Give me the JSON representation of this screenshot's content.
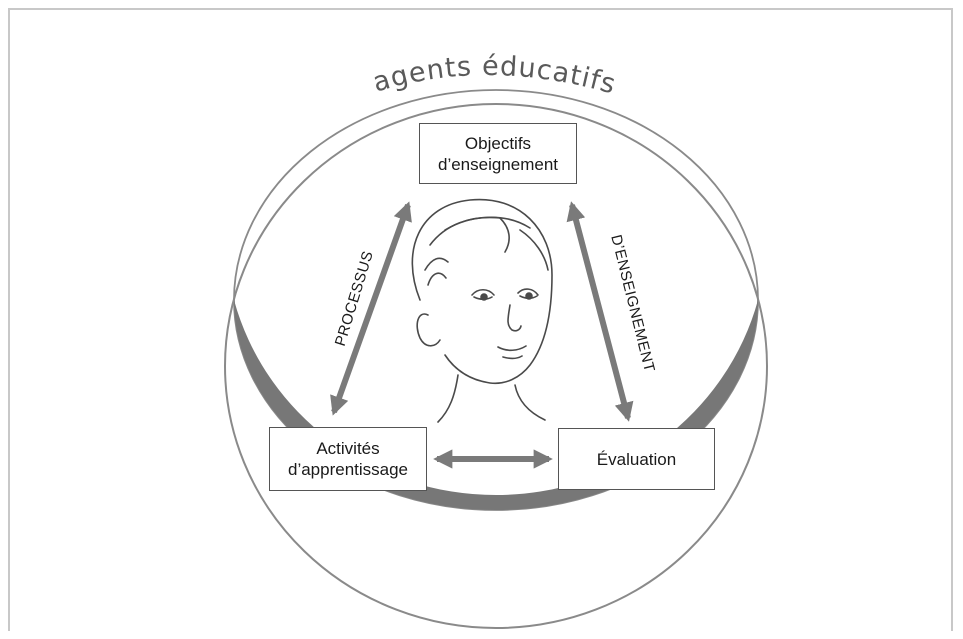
{
  "diagram": {
    "arc_title": "agents éducatifs",
    "nodes": {
      "objectives": {
        "line1": "Objectifs",
        "line2": "d’enseignement"
      },
      "activities": {
        "line1": "Activités",
        "line2": "d’apprentissage"
      },
      "evaluation": {
        "label": "Évaluation"
      }
    },
    "side_labels": {
      "left": "PROCESSUS",
      "right": "D’ENSEIGNEMENT"
    },
    "colors": {
      "ring": "#777777",
      "arrow": "#7a7a7a",
      "outline": "#8a8a8a",
      "text": "#1a1a1a"
    },
    "center_figure": "child-face-illustration"
  }
}
